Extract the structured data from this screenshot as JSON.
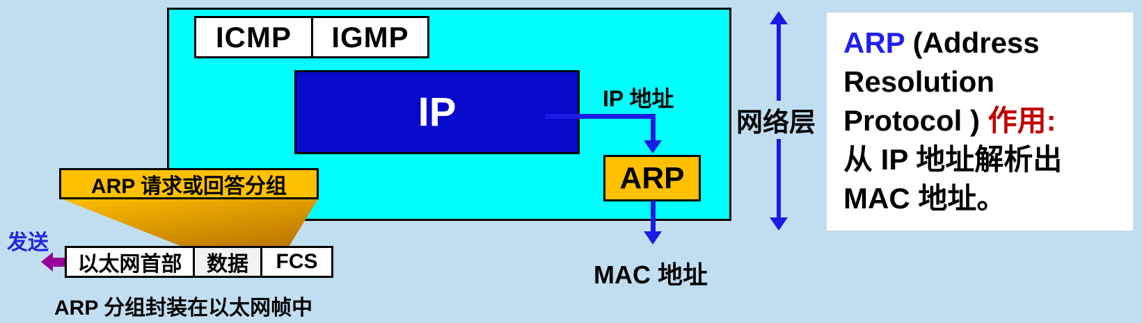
{
  "colors": {
    "background": "#C1DEF1",
    "panel_cyan": "#00FFFF",
    "ip_box_blue": "#0909CD",
    "arrow_blue": "#1B1BE6",
    "box_orange": "#FFC000",
    "funnel_dark_orange": "#BF7A00",
    "send_arrow_purple": "#990099",
    "accent_red": "#C00000",
    "accent_blue": "#1F1FEE"
  },
  "network_layer_panel": {
    "protocol_row": [
      "ICMP",
      "IGMP"
    ],
    "ip_label": "IP",
    "arp_label": "ARP",
    "ip_address_label": "IP 地址",
    "layer_label": "网络层"
  },
  "mac_address_label": "MAC 地址",
  "info_box": {
    "lines": [
      {
        "segments": [
          {
            "text": "ARP",
            "color": "blue"
          },
          {
            "text": " (Address",
            "color": "black"
          }
        ]
      },
      {
        "segments": [
          {
            "text": "Resolution",
            "color": "black"
          }
        ]
      },
      {
        "segments": [
          {
            "text": "Protocol ) ",
            "color": "black"
          },
          {
            "text": "作用:",
            "color": "red"
          }
        ]
      },
      {
        "segments": [
          {
            "text": "从 IP 地址解析出",
            "color": "black"
          }
        ]
      },
      {
        "segments": [
          {
            "text": "MAC 地址。",
            "color": "black"
          }
        ]
      }
    ]
  },
  "callout": {
    "label": "ARP 请求或回答分组"
  },
  "send_label": "发送",
  "ethernet_frame": {
    "cells": [
      {
        "label": "以太网首部"
      },
      {
        "label": "数据"
      },
      {
        "label": "FCS"
      }
    ]
  },
  "caption": "ARP 分组封装在以太网帧中"
}
